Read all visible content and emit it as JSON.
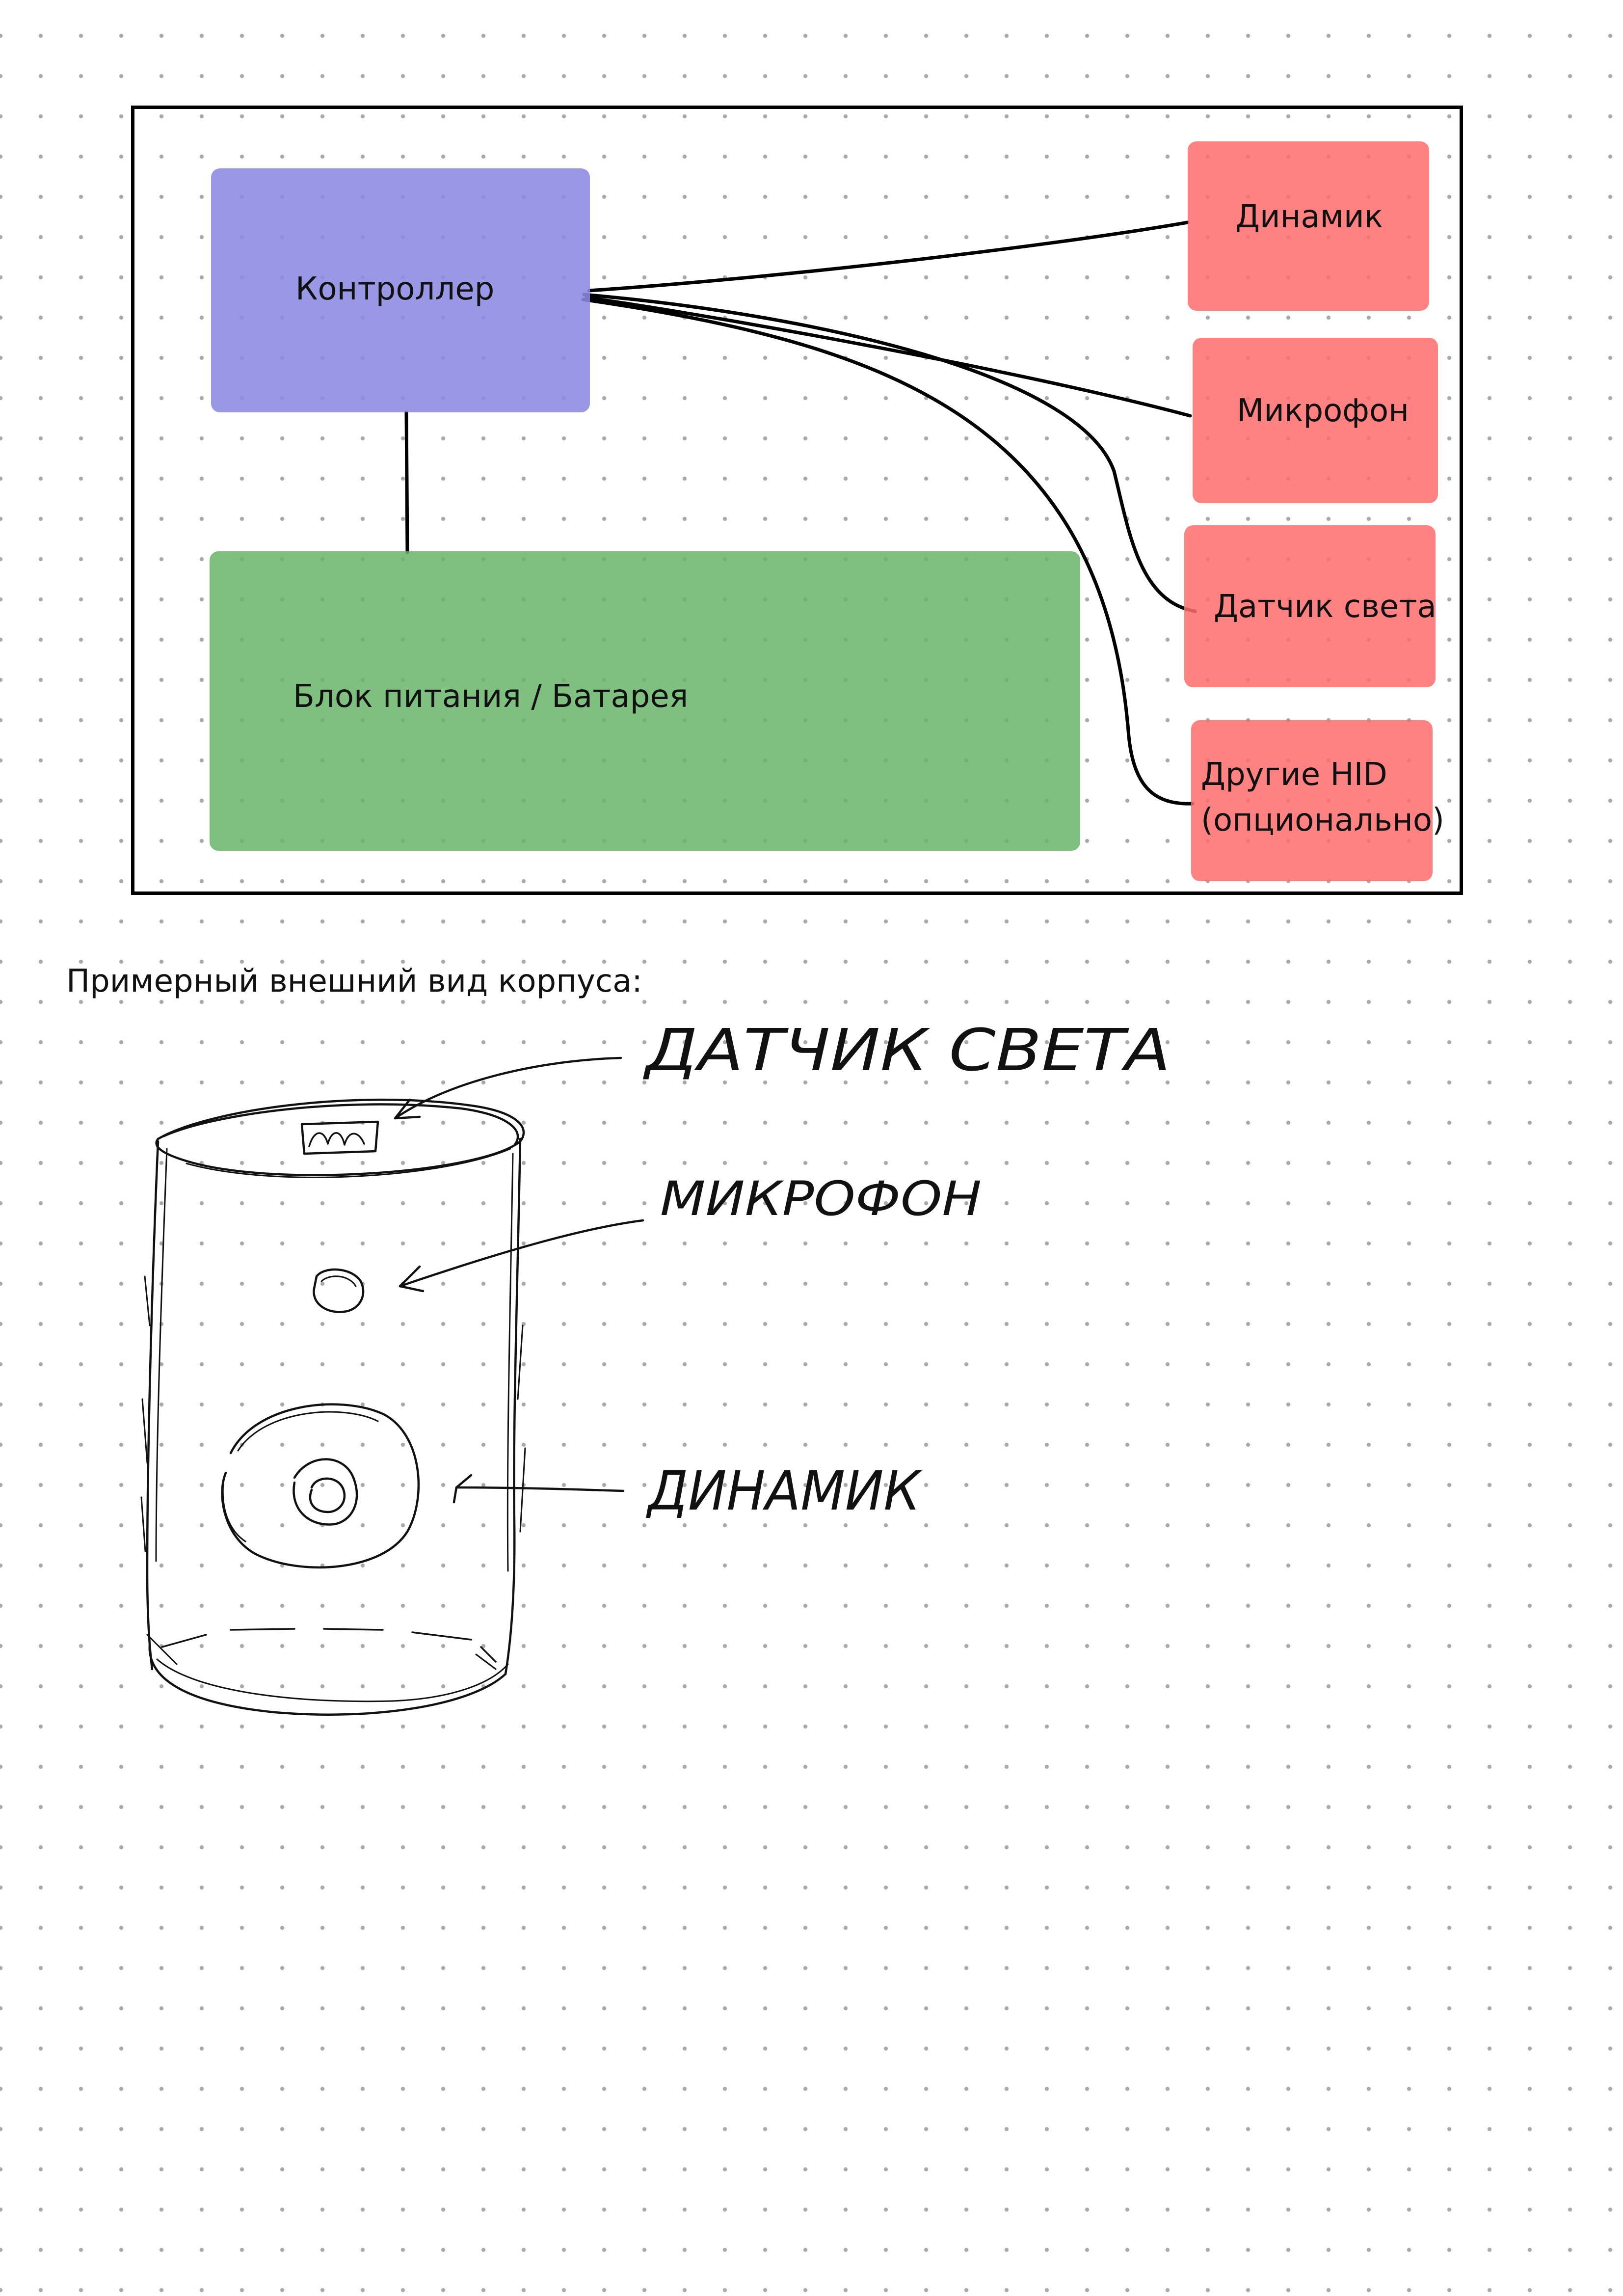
{
  "diagram": {
    "controller": "Контроллер",
    "power": "Блок питания / Батарея",
    "peripherals": {
      "speaker": "Динамик",
      "microphone": "Микрофон",
      "light_sensor": "Датчик света",
      "other_hid": "Другие HID\n(опционально)"
    }
  },
  "caption": "Примерный внешний вид корпуса:",
  "sketch": {
    "light_sensor": "ДАТЧИК СВЕТА",
    "microphone": "МИКРОФОН",
    "speaker": "ДИНАМИК"
  },
  "colors": {
    "controller": "#8a8ae0",
    "power": "#68b468",
    "peripheral": "#ff6e6e",
    "frame": "#000000",
    "grid_dot": "#a9a9a9"
  }
}
